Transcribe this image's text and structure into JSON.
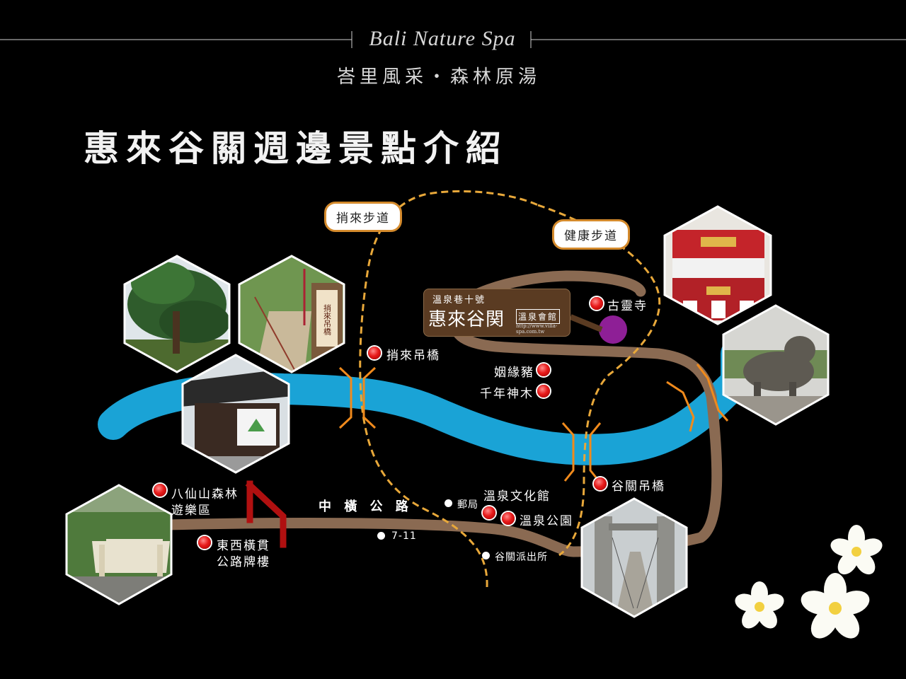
{
  "header": {
    "brand": "Bali Nature Spa",
    "tagline": "峇里風采・森林原湯",
    "title": "惠來谷關週邊景點介紹"
  },
  "trails": {
    "shaolai": "捎來步道",
    "health": "健康步道"
  },
  "hotel_sign": {
    "top_line": "溫泉巷十號",
    "name": "惠來谷関",
    "subtitle": "溫泉會館",
    "url": "http://www.villa-spa.com.tw"
  },
  "road": {
    "name": "中 橫 公 路"
  },
  "attractions": {
    "guling_temple": "古靈寺",
    "shaolai_bridge": "捎來吊橋",
    "yinyuan_pig": "姻緣豬",
    "millennium_tree": "千年神木",
    "guguan_bridge": "谷關吊橋",
    "baxianshan_1": "八仙山森林",
    "baxianshan_2": "遊樂區",
    "cross_island_1": "東西橫貫",
    "cross_island_2": "公路牌樓",
    "hot_spring_museum": "溫泉文化館",
    "hot_spring_park": "溫泉公園"
  },
  "facilities": {
    "post_office": "郵局",
    "seven_eleven": "7-11",
    "police_station": "谷關派出所"
  },
  "photo_texts": {
    "suspension_bridge_sign": "捎來吊橋"
  },
  "colors": {
    "background": "#000000",
    "river": "#1aa3d6",
    "path_brown": "#8a6a52",
    "trail_dashed": "#e8a83a",
    "bridge_marks": "#f08a1c",
    "attraction_dot": "#e81b1b",
    "temple_marker": "#8e1f96",
    "gate_red": "#b01010"
  }
}
